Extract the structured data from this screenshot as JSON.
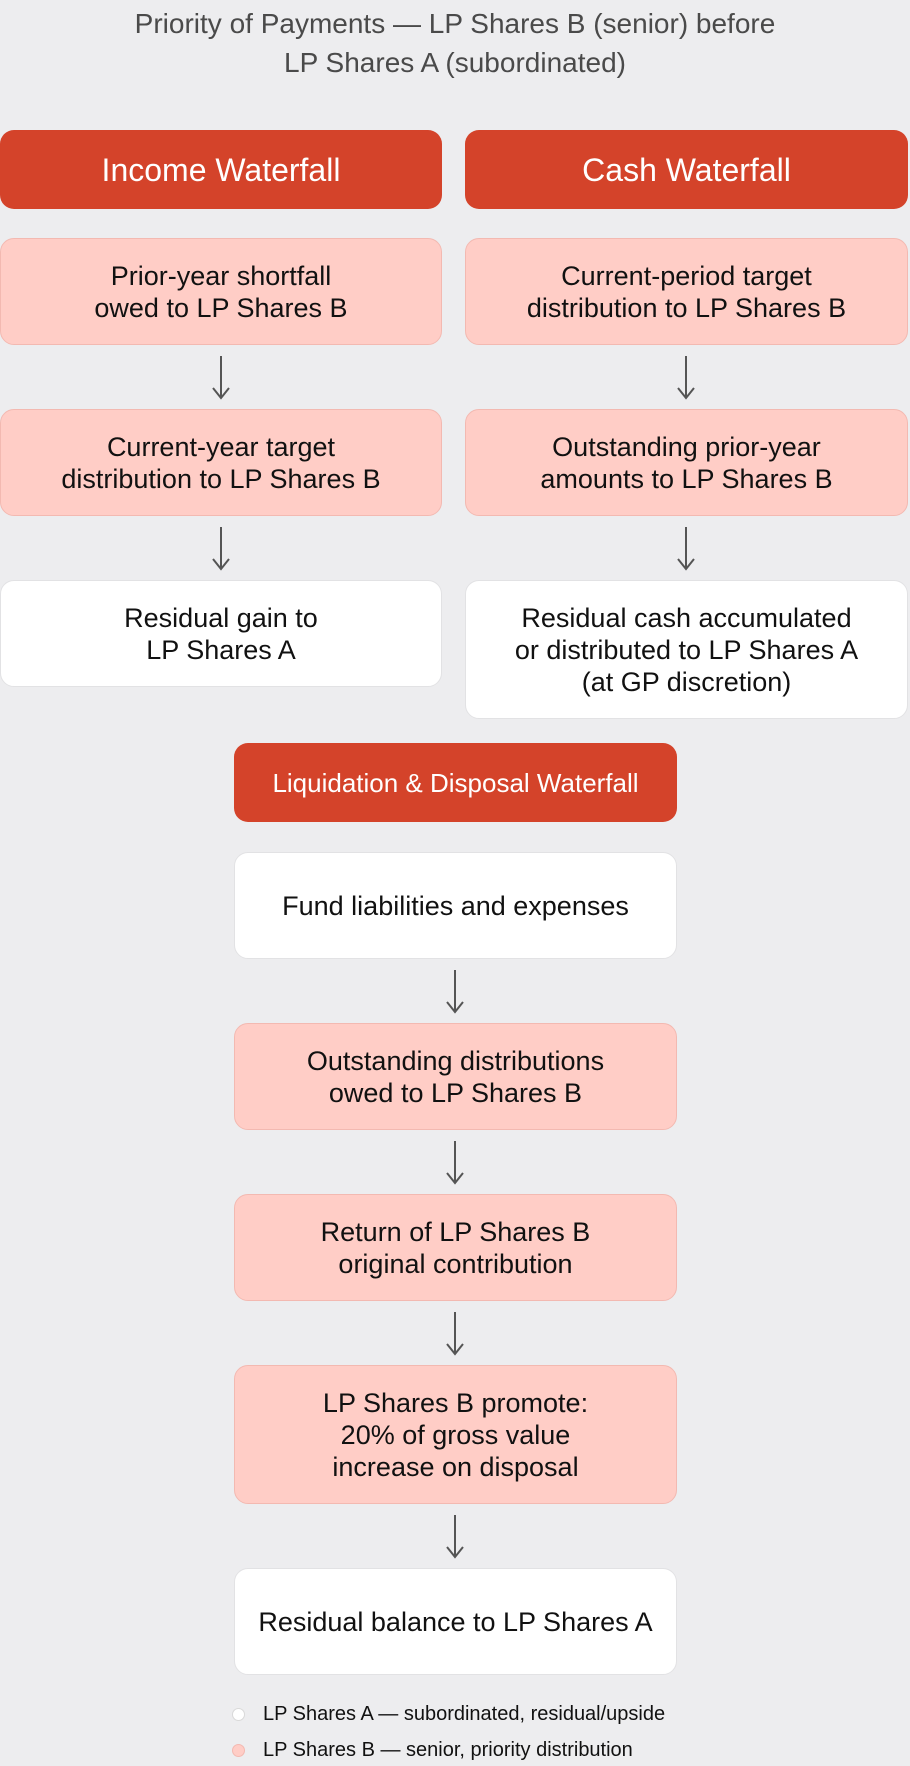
{
  "title": "Priority of Payments — LP Shares B (senior) before\nLP Shares A (subordinated)",
  "income": {
    "header": "Income Waterfall",
    "steps": [
      "Prior-year shortfall\nowed to LP Shares B",
      "Current-year target\ndistribution to LP Shares B",
      "Residual gain to\nLP Shares A"
    ]
  },
  "cash": {
    "header": "Cash Waterfall",
    "steps": [
      "Current-period target\ndistribution to LP Shares B",
      "Outstanding prior-year\namounts to LP Shares B",
      "Residual cash accumulated\nor distributed to LP Shares A\n(at GP discretion)"
    ]
  },
  "liquidation": {
    "header": "Liquidation & Disposal Waterfall",
    "steps": [
      "Fund liabilities and expenses",
      "Outstanding distributions\nowed to LP Shares B",
      "Return of LP Shares B\noriginal contribution",
      "LP Shares B promote:\n20% of gross value\nincrease on disposal",
      "Residual balance to LP Shares A"
    ]
  },
  "legend": {
    "a": "LP Shares A — subordinated, residual/upside",
    "b": "LP Shares B — senior, priority distribution"
  },
  "colors": {
    "header": "#d4432a",
    "lp_b": "#ffcdc6",
    "lp_a": "#ffffff",
    "background": "#ededef"
  }
}
